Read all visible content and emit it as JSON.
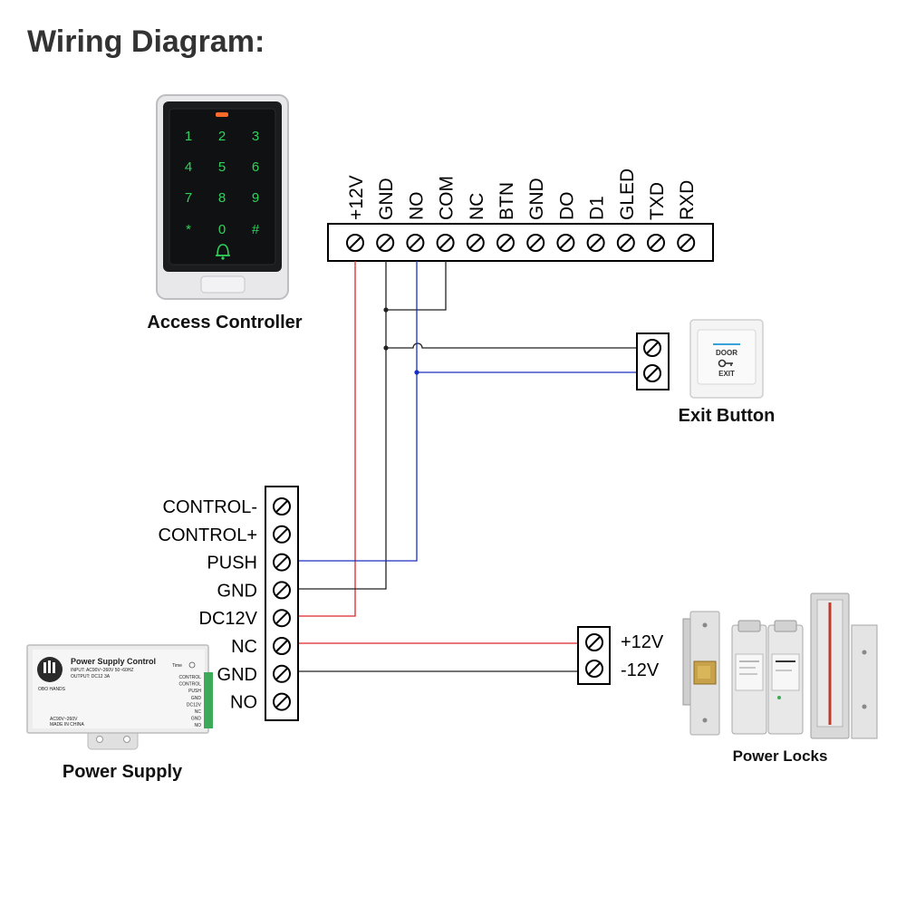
{
  "title": "Wiring Diagram:",
  "access_controller": {
    "caption": "Access Controller",
    "keypad": [
      "1",
      "2",
      "3",
      "4",
      "5",
      "6",
      "7",
      "8",
      "9",
      "*",
      "0",
      "#"
    ],
    "terminals": [
      "+12V",
      "GND",
      "NO",
      "COM",
      "NC",
      "BTN",
      "GND",
      "DO",
      "D1",
      "GLED",
      "TXD",
      "RXD"
    ]
  },
  "exit_button": {
    "caption": "Exit Button",
    "face_top": "DOOR",
    "face_bottom": "EXIT"
  },
  "power_supply": {
    "caption": "Power Supply",
    "terminals": [
      "CONTROL-",
      "CONTROL+",
      "PUSH",
      "GND",
      "DC12V",
      "NC",
      "GND",
      "NO"
    ],
    "label_title": "Power Supply Control",
    "label_input": "INPUT: AC90V~260V 50~60HZ",
    "label_output": "OUTPUT: DC12 3A",
    "brand": "OBO HANDS",
    "time_label": "Time",
    "label_ac": "AC90V~260V",
    "made_in": "MADE IN CHINA",
    "side_terminals": [
      "CONTROL",
      "CONTROL",
      "PUSH",
      "GND",
      "DC12V",
      "NC",
      "GND",
      "NO"
    ]
  },
  "power_locks": {
    "caption": "Power Locks",
    "terminals": [
      "+12V",
      "-12V"
    ]
  },
  "colors": {
    "red_wire": "#d9262b",
    "blue_wire": "#1a2fbf",
    "black_wire": "#222222"
  }
}
